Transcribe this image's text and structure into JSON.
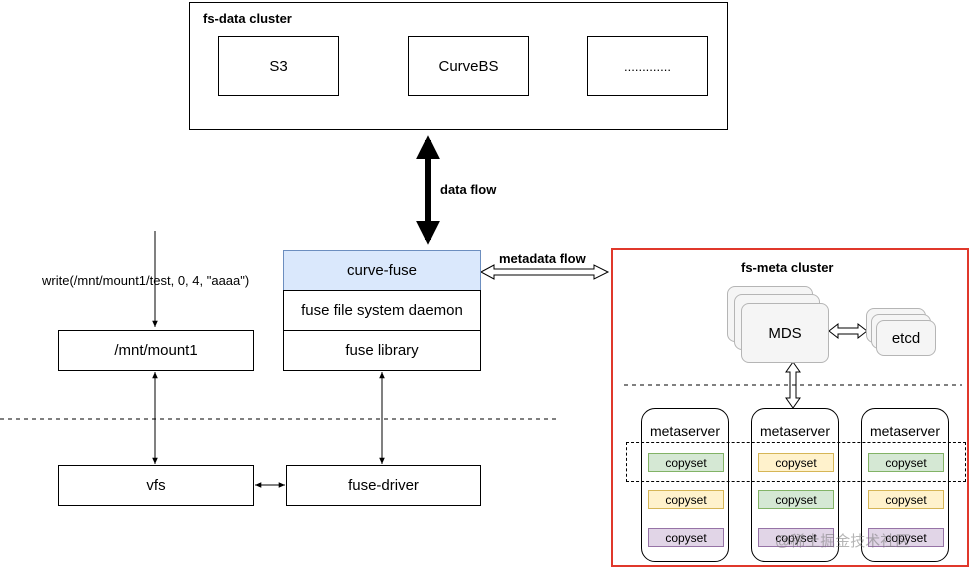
{
  "fs_data_cluster": {
    "title": "fs-data cluster",
    "boxes": [
      "S3",
      "CurveBS",
      "............."
    ]
  },
  "data_flow_label": "data flow",
  "metadata_flow_label": "metadata flow",
  "client": {
    "write_call": "write(/mnt/mount1/test, 0, 4, \"aaaa\")",
    "mount": "/mnt/mount1",
    "vfs": "vfs",
    "fuse_driver": "fuse-driver"
  },
  "curve_fuse": {
    "header": "curve-fuse",
    "daemon": "fuse file system daemon",
    "library": "fuse library"
  },
  "fs_meta_cluster": {
    "title": "fs-meta  cluster",
    "mds": "MDS",
    "etcd": "etcd",
    "metaservers": [
      {
        "title": "metaserver",
        "copysets": [
          {
            "label": "copyset",
            "color": "green"
          },
          {
            "label": "copyset",
            "color": "yellow"
          },
          {
            "label": "copyset",
            "color": "purple"
          }
        ]
      },
      {
        "title": "metaserver",
        "copysets": [
          {
            "label": "copyset",
            "color": "yellow"
          },
          {
            "label": "copyset",
            "color": "green"
          },
          {
            "label": "copyset",
            "color": "purple"
          }
        ]
      },
      {
        "title": "metaserver",
        "copysets": [
          {
            "label": "copyset",
            "color": "green"
          },
          {
            "label": "copyset",
            "color": "yellow"
          },
          {
            "label": "copyset",
            "color": "purple"
          }
        ]
      }
    ],
    "border_color": "#e0382b"
  },
  "colors": {
    "green_fill": "#d5e8d4",
    "yellow_fill": "#fff2cc",
    "purple_fill": "#e1d5e7",
    "curve_fuse_fill": "#dae8fc"
  },
  "watermark": "@稀土掘金技术社区"
}
